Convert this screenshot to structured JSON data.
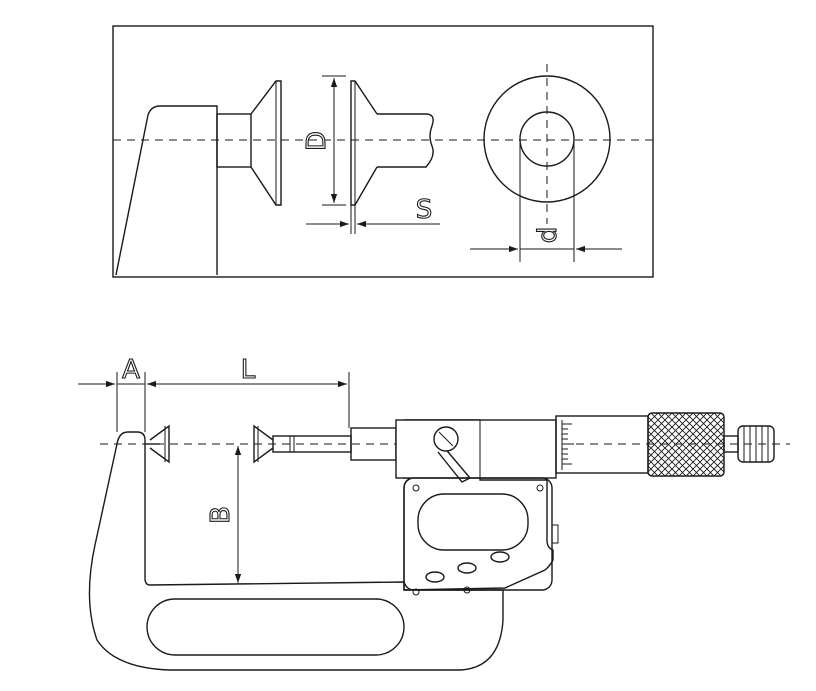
{
  "labels": {
    "D": "D",
    "S": "S",
    "d": "d",
    "A": "A",
    "L": "L",
    "B": "B"
  }
}
